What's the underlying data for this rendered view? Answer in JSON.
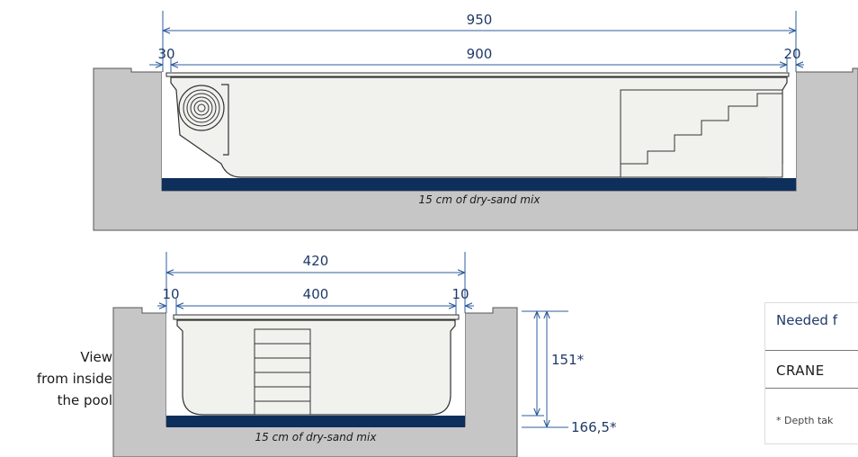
{
  "top_view": {
    "total_width": "950",
    "inner_width": "900",
    "left_gap": "30",
    "right_gap": "20",
    "sand_label": "15 cm of dry-sand mix"
  },
  "side_view": {
    "total_width": "420",
    "inner_width": "400",
    "left_gap": "10",
    "right_gap": "10",
    "depth_inner": "151*",
    "depth_outer": "166,5*",
    "sand_label": "15 cm of dry-sand mix",
    "caption_lines": [
      "View",
      "from inside",
      "the pool"
    ]
  },
  "info_box": {
    "heading": "Needed f",
    "item": "CRANE",
    "footnote": "* Depth tak"
  },
  "colors": {
    "ground": "#c6c6c6",
    "pool_shell": "#f1f1ee",
    "sand": "#0e2f5c",
    "dimension": "#2e5c9e",
    "text_blue": "#1f3a68"
  }
}
